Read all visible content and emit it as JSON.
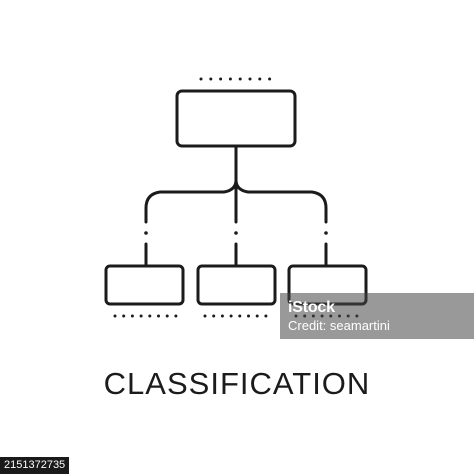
{
  "diagram": {
    "caption": "CLASSIFICATION",
    "stroke_color": "#1b1b1b",
    "nodes": [
      {
        "id": "root",
        "label": ""
      },
      {
        "id": "child-left",
        "label": ""
      },
      {
        "id": "child-middle",
        "label": ""
      },
      {
        "id": "child-right",
        "label": ""
      }
    ],
    "edges": [
      {
        "from": "root",
        "to": "child-left"
      },
      {
        "from": "root",
        "to": "child-middle"
      },
      {
        "from": "root",
        "to": "child-right"
      }
    ]
  },
  "watermark": {
    "logo": "iStock",
    "credit": "Credit: seamartini",
    "color": "#464646"
  },
  "stock_id": "2151372735"
}
